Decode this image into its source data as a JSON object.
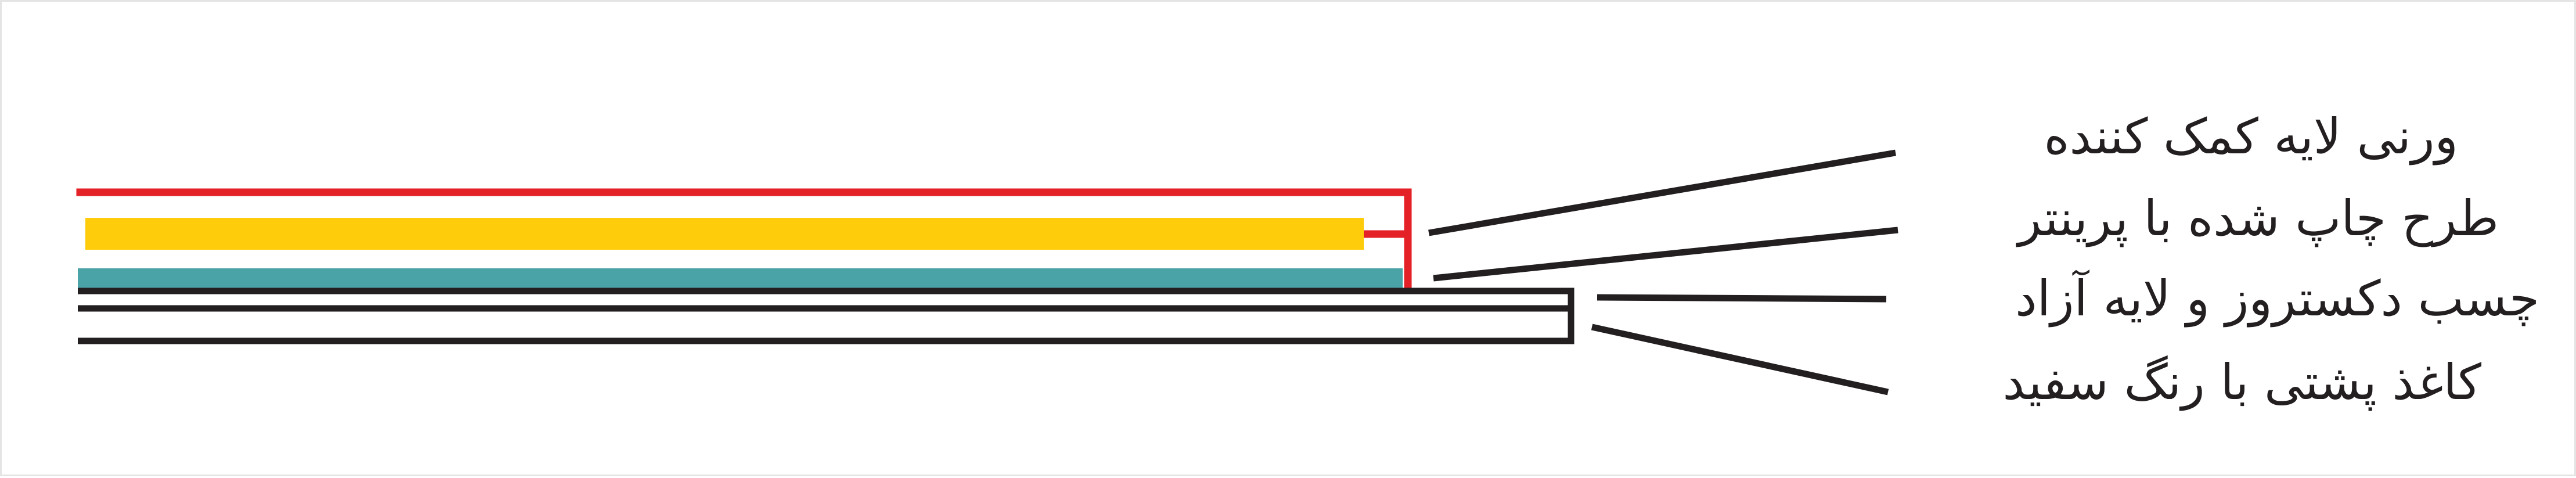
{
  "colors": {
    "red": "#e42127",
    "yellow": "#ffcc0c",
    "teal": "#4aa3a7",
    "line": "#231f20",
    "background": "#ffffff"
  },
  "layers": [
    {
      "name": "varnish-layer",
      "color": "red"
    },
    {
      "name": "printed-design",
      "color": "yellow"
    },
    {
      "name": "adhesive-and-release",
      "color": "teal"
    },
    {
      "name": "white-backing-paper",
      "color": "line"
    }
  ],
  "labels": [
    {
      "id": "varnish",
      "text": "ورنی لایه کمک کننده"
    },
    {
      "id": "print",
      "text": "طرح چاپ شده با پرینتر"
    },
    {
      "id": "adhesive",
      "text": "چسب دکستروز و لایه آزاد"
    },
    {
      "id": "paper",
      "text": "کاغذ پشتی با رنگ سفید"
    }
  ]
}
